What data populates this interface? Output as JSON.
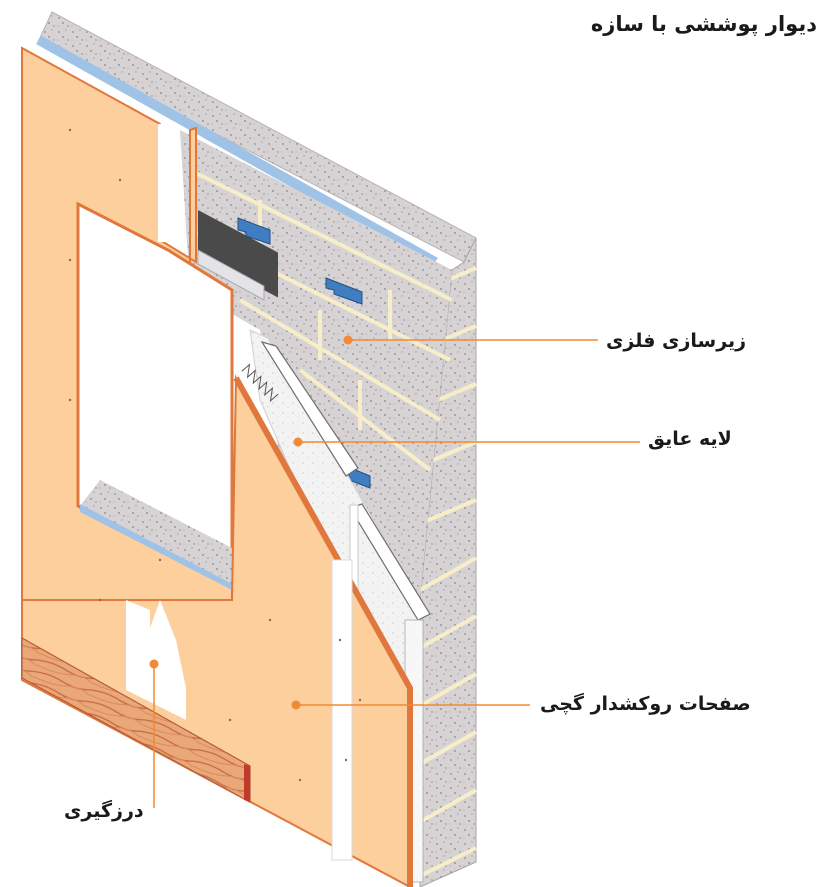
{
  "title": "دیوار پوششی با سازه",
  "labels": {
    "metal_frame": "زیرسازی فلزی",
    "insulation": "لایه عایق",
    "gypsum_board": "صفحات روکشدار گچی",
    "joint_filling": "درزگیری"
  },
  "colors": {
    "board": "#fccf9c",
    "board_edge": "#e0783e",
    "leader": "#f08a35",
    "brick": "#d8d4d6",
    "mortar": "#f7edc8",
    "insulation_strip": "#9fc3e6",
    "bracket": "#3f7ec2",
    "wood": "#e8a275"
  }
}
